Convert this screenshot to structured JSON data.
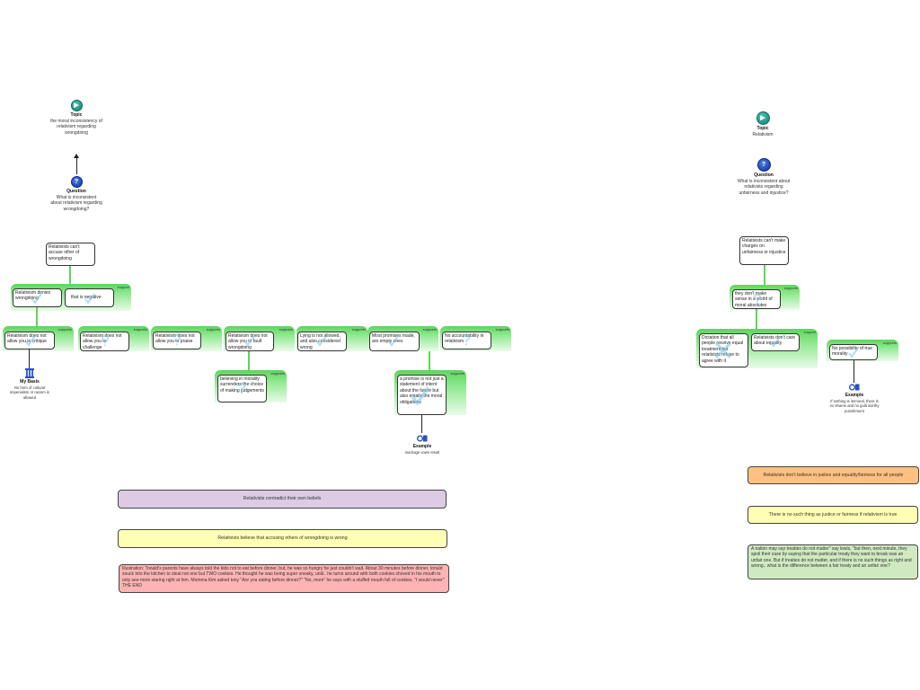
{
  "left_map": {
    "topic": {
      "label": "Topic",
      "text": "the moral inconsistency of relativism regarding wrongdoing"
    },
    "question": {
      "label": "Question",
      "text": "What is inconsistent about relativism regarding wrongdoing?"
    },
    "main_claim": "Relativists can't accuse other of wrongdoing",
    "level1": {
      "tag": "support",
      "items": [
        "Relativism denies wrongdoing",
        "that is negative"
      ]
    },
    "level2": [
      {
        "tag": "supports",
        "text": "Relativism does not allow you to critique"
      },
      {
        "tag": "supports",
        "text": "Relativism does not allow you to challenge"
      },
      {
        "tag": "supports",
        "text": "Relativism does not allow you to praise"
      },
      {
        "tag": "supports",
        "text": "Relativism does not allow you to fault wrongdoing"
      },
      {
        "tag": "supports",
        "text": "Lying is not allowed, and also considered wrong"
      },
      {
        "tag": "supports",
        "text": "Most promises made, are empty ones"
      },
      {
        "tag": "supports",
        "text": "No accountability in relativism"
      }
    ],
    "sub_fault": {
      "tag": "supports",
      "text": "believing in morality surrenders the choice of making judgements"
    },
    "sub_promise": {
      "tag": "supports",
      "text": "a promise is not just a statement of intent about the future but also entails the moral obligations"
    },
    "basis": {
      "label": "My Basis",
      "text": "No form of cultural imperialism or racism is allowed"
    },
    "example": {
      "label": "Example",
      "text": "marriage vows result"
    },
    "bars": {
      "purple": "Relativists contradict their own beliefs",
      "yellow": "Relativists believe that accusing others of wrongdoing is wrong",
      "illustration": "Illustration: Tonald's parents have always told the kids not to eat before dinner, but, he was so hungry he just couldn't wait. About 30 minutes before dinner, tonald snuck into the kitchen to steal not one but TWO cookies. He thought he was being super sneaky, until.. he turns around with both cookies shoved in his mouth to only see mom staring right at him. Momma Kim asked tony \"Are you eating before dinner?\" \"No, mom\" he says with a stuffed mouth full of cookies, \"I would never\" THE END"
    }
  },
  "right_map": {
    "topic": {
      "label": "Topic",
      "text": "Relativism"
    },
    "question": {
      "label": "Question",
      "text": "What is inconsistent about relativists regarding unfairness and injustice?"
    },
    "main_claim": "Relativists can't make charges on unfairness or injustice",
    "level1": {
      "tag": "supports",
      "text": "they don't make sense in a world of moral absolutes"
    },
    "level2": {
      "tag": "support",
      "items": [
        "Dictation that all people receive equal treatment but relativists refuse to agree with it",
        "Relativists don't care about equality"
      ]
    },
    "side": {
      "tag": "supports",
      "text": "No possibility of true morality"
    },
    "example": {
      "label": "Example",
      "text": "If nothing is immoral, there is no shame and no guilt worthy punishment"
    },
    "bars": {
      "orange": "Relativists don't believe in justice and equality/fairness for all people",
      "yellow": "There is no such thing as justice or fairness if relativism is true",
      "green": "A nation may say treaties do not matter\" say lewis, \"but then, next minute, they spoil their case by saying that the particular treaty they want to break was an unfair one. But if treaties do not matter, and if there is no such things as right and wrong.. what is the difference between a fair treaty and an unfair one?"
    }
  },
  "colors": {
    "group_green": "#5cd65c",
    "purple": "#dccbe3",
    "yellow": "#ffffb3",
    "pink": "#ffb3b3",
    "orange": "#ffc080",
    "light_green": "#cfeac0",
    "check_blue": "#7ec9ea"
  },
  "icons": {
    "topic": "topic-icon",
    "question": "question-icon",
    "basis": "basis-pillar-icon",
    "example": "example-icon",
    "check": "check-mark-icon",
    "question_mark": "question-mark-icon",
    "cross": "cross-mark-icon"
  }
}
